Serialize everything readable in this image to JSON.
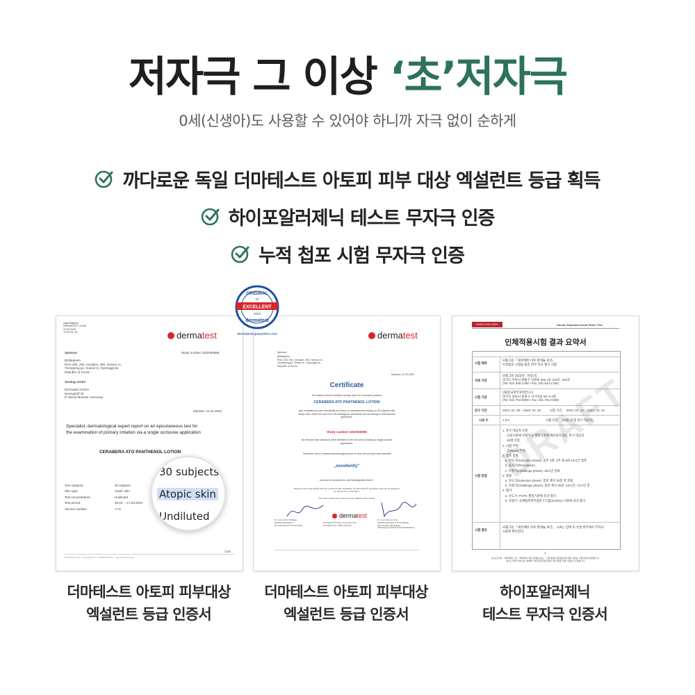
{
  "headline": {
    "part1": "저자극 그 이상 ",
    "accent": "‘초’",
    "part2": "저자극"
  },
  "subtitle": "0세(신생아)도 사용할 수 있어야 하니까 자극 없이 순하게",
  "checks": [
    "까다로운 독일 더마테스트 아토피 피부 대상 엑설런트 등급 획득",
    "하이포알러제닉 테스트 무자극 인증",
    "누적 첩포 시험 무자극 인증"
  ],
  "colors": {
    "accent": "#2c7358",
    "brand_red": "#d8262b",
    "seal_blue": "#1e4e9e"
  },
  "icons": {
    "check": "check-circle-icon",
    "logo": "dermatest-logo-icon",
    "seal": "excellent-seal-icon"
  },
  "seal": {
    "top": "ORIGINAL",
    "band": "EXCELLENT",
    "year": "2023",
    "bottom": "dermatest",
    "link": "dermatest-guarantee.com",
    "num": "04"
  },
  "doc1": {
    "logo_left": "derma",
    "logo_right": "test",
    "signed": "signed/signed\nDERMATEST GmbH\n22.03.2023\n13:30:28 +01",
    "sponsor_label": "Sponsor",
    "study_number": "Study number 2302056986",
    "sponsor_address": "Bottlegreen\nRm1-203, 204, Innoplex, 306, Sinwon-ro,\nYeongtong-gu, Suwon-si, Gyeonggi-do,\nRepublic of Korea",
    "testing_label": "Testing centre",
    "testing_address": "Dermatest GmbH\nNevinghoff 30\nD-48143 Münster, Germany",
    "date": "Münster, 21.03.2023",
    "report_title": "Specialist, dermatological expert report on an epicutaneous test for\nthe examination of primary irritation via a single occlusive application",
    "product": "CERABERA ATO PANTHENOL LOTION",
    "fields_labels": "Test subjects:\nSkin type:\nTest concentration:\nTest period:\nVersion number:",
    "fields_values": "30 subjects\nAtopic skin\nUndiluted\n06.03. – 17.03.2023\nV 01",
    "page": "1/16",
    "magnifier": {
      "line1": "30 subjects",
      "line2": "Atopic skin",
      "line3": "Undiluted"
    }
  },
  "doc2": {
    "logo_left": "derma",
    "logo_right": "test",
    "sponsor_label": "Sponsor",
    "sponsor_address": "Bottlegreen\nRm1-203, 204, Innoplex, 306, Sinwon-ro,\nYeongtong-gu, Suwon-si, Gyeonggi-do,\nRepublic of Korea",
    "date": "Münster, 21.03.2023",
    "title": "Certificate",
    "intro": "Dermatest GmbH certifies hereby that the Cosmetic product",
    "product": "CERABERA ATO PANTHENOL LOTION",
    "body1": "was evaluated for skin tolerability by means of epicutaneous testing on 30 subjects with\natopic skin under the control of dermatological specialists and according to international\nguidelines.",
    "study": "Study number 2302056986",
    "body2": "No relevant skin reactions were detected in the test area following a single product\napplication.",
    "body3": "Therefore, from a clinical-dermatological point of view, the product was tolerated",
    "rating": "„excellently\"",
    "body4": "and can be declared as „dermatologically tested\".",
    "body5": "Based on the study design and the confirmed skin tolerability, the Dermatest® guarantee seal can be assigned\nfor use for the test product.",
    "body6": "The seal contains the month and year (03/23) of the testing.",
    "sig_left": "Dr. med. Gerrit Schlippe\nMedical Specialist in\nDermatology and Venereology",
    "sig_mid": "Dermatest® GmbH • dermatest.com\nNevinghoff 30 • 48147 Münster",
    "sig_right": "Dr. med. Werner Voss\nMedical Specialist in Dermatology,\nVenereology, Allergology,\nPhlebology and Environmental Medicine"
  },
  "doc3": {
    "header_badge": "KDRS-2422-0629",
    "header_right": "Human Repeated Insult Patch Test",
    "title": "인체적용시험 결과 요약서",
    "rows": [
      {
        "label": "시험 제목",
        "value": "보틀그린 「세라베라 아토 판테놀 로션」\n누적첩포 시험을 통한 피부 자극 평가 시험"
      },
      {
        "label": "의뢰 기관",
        "value": "보틀그린 (림장자 : 한봉선)\n경기도 수원시 영통구 신원로 306 1동 203호, 204호\n(Tel. 031-308-1786 / Fax. 031-624-1786)"
      },
      {
        "label": "시험 기관",
        "value": "(재)한국피부과학연구소\n경기도 성남시 중원구 사기막길 58, 5-4층\n(Tel. 031-704-6099 / Fax. 031-701-0189)"
      },
      {
        "label": "연구 기간",
        "value": "2023. 02. 08 ~ 2023. 04. 05          시험 기간     2023. 02. 13 ~ 2023. 03. 24"
      },
      {
        "label": "시료 수",
        "value": "1 EA                                          시험 인원     54명 (초종 연구 대상자)"
      },
      {
        "label": "시험 방법",
        "value": "1. 연구 대상자 선정\n   - 선정기준에 부합하고 제외기준에 해당되지 않는 연구 대상자\n     54명 선정\n2. 시험 부위\n   - 등(Back) 부위\n3. 첩포 방법\n   a. 유도기(Induction phase): 일주 3회, 3주 총 9회 24시간 첩포\n   b. 휴지기(Rest phase)\n   c. 유발기(Challenge phase): 48시간 첩포\n4. 판정\n   a. 유도기(Induction phase): 첩포 제거 30분 후 관찰\n   b. 유발기(Challenge phase): 첩포 제거 30분, 24시간, 72시간 후\n5. 평가\n   a. 유도기: PCPC 판정기준에 의거 평가\n   b. 유발기: 국제접촉피부염연구그룹(ICDRG) 기준에 의거 평가"
      },
      {
        "label": "시험 결과",
        "value": "보틀그린 「세라베라 아토 판테놀 로션」 시료는 장여 후 유발 피부에서 무자극\n시료로 확인된다."
      }
    ],
    "watermark": "DRAFT",
    "footnote": "본 보고서는 「세라베라」및 「세라베라 아토 판테놀 로션」 시험 결과의 요약본이며 세부 자료는 시험기관에 보관합니다.\n본 보고서의 전부 또는 일부를 시험기관의 동의 없이 무단 복제, 전재, 인용할 수 없습니다.",
    "page": "1"
  },
  "captions": [
    {
      "line1": "더마테스트 아토피 피부대상",
      "line2": "엑설런트 등급 인증서"
    },
    {
      "line1": "더마테스트 아토피 피부대상",
      "line2": "엑설런트 등급 인증서"
    },
    {
      "line1": "하이포알러제닉",
      "line2": "테스트 무자극 인증서"
    }
  ]
}
